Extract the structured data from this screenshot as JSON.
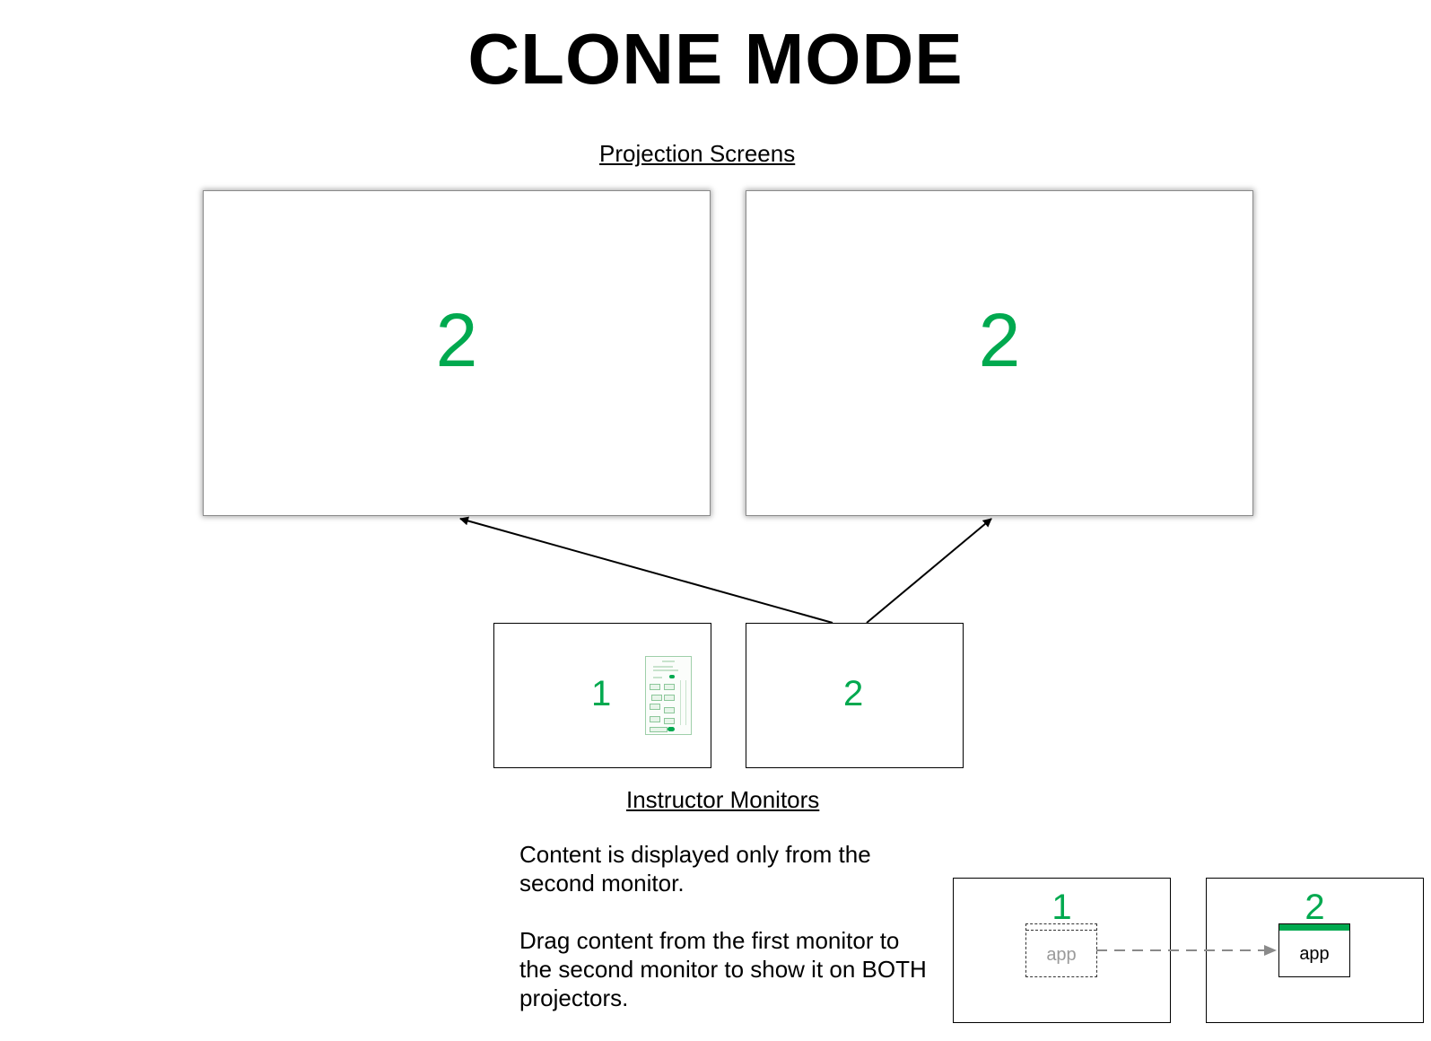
{
  "title": "CLONE MODE",
  "projection_screens": {
    "caption": "Projection Screens",
    "screens": [
      {
        "label": "2"
      },
      {
        "label": "2"
      }
    ]
  },
  "instructor_monitors": {
    "caption": "Instructor Monitors",
    "monitors": [
      {
        "label": "1",
        "has_app_thumbnail": true
      },
      {
        "label": "2"
      }
    ]
  },
  "description": {
    "paragraph_1": "Content is displayed only from the second monitor.",
    "paragraph_2": "Drag content from the first monitor to the second monitor to show it on BOTH projectors."
  },
  "drag_demo": {
    "source_monitor_label": "1",
    "target_monitor_label": "2",
    "source_app_label": "app",
    "target_app_label": "app"
  },
  "colors": {
    "accent_green": "#00a94f",
    "ghost_text": "#9a9a9a",
    "dashed_arrow": "#8a8a8a"
  }
}
